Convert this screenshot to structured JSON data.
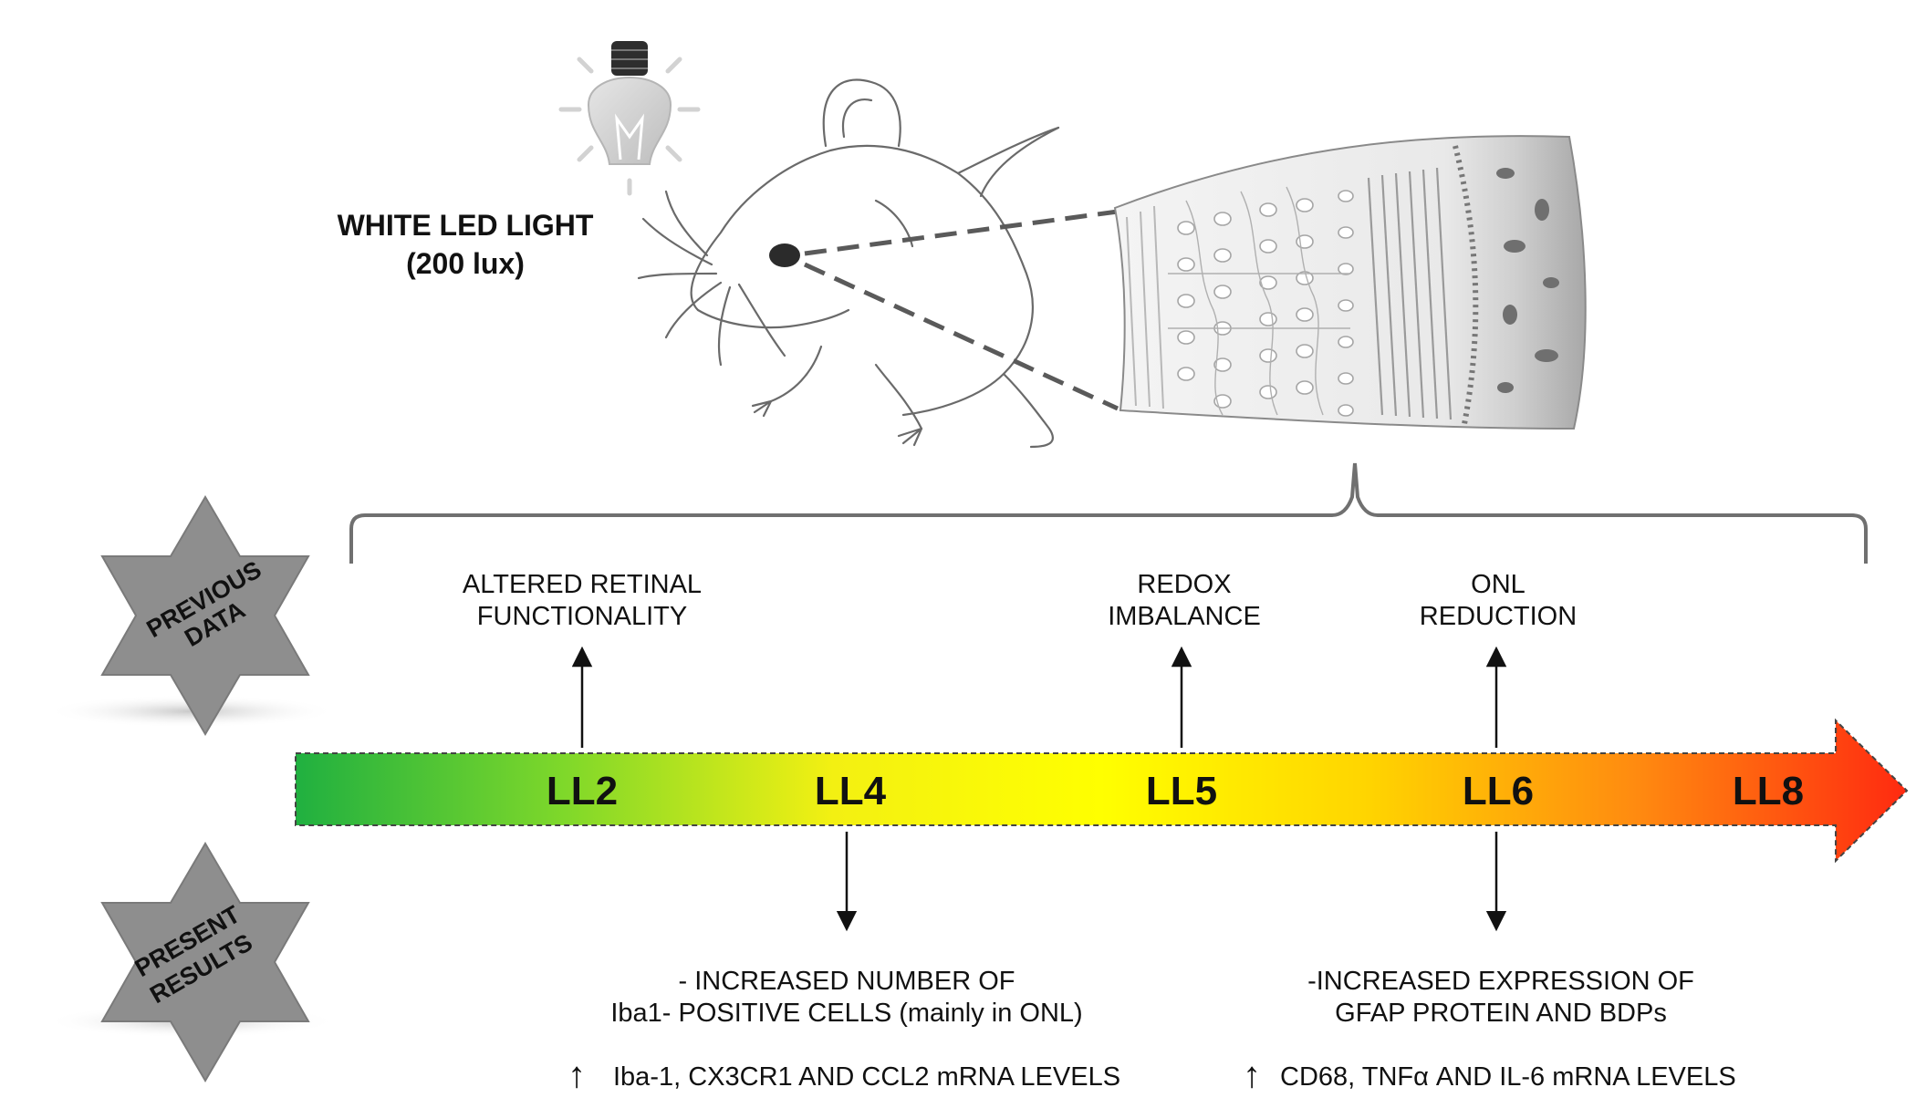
{
  "stimulus": {
    "line1": "WHITE LED LIGHT",
    "line2": "(200 lux)"
  },
  "badges": {
    "previous": {
      "line1": "PREVIOUS",
      "line2": "DATA"
    },
    "present": {
      "line1": "PRESENT",
      "line2": "RESULTS"
    }
  },
  "timeline": {
    "labels": [
      "LL2",
      "LL4",
      "LL5",
      "LL6",
      "LL8"
    ],
    "gradient": [
      "#20b040",
      "#7fd82a",
      "#f3f012",
      "#ffff00",
      "#ffd400",
      "#ff8a10",
      "#ff2a10"
    ]
  },
  "previous_findings": [
    {
      "line1": "ALTERED RETINAL",
      "line2": "FUNCTIONALITY"
    },
    {
      "line1": "REDOX",
      "line2": "IMBALANCE"
    },
    {
      "line1": "ONL",
      "line2": "REDUCTION"
    }
  ],
  "present_findings": [
    {
      "line1": "- INCREASED NUMBER OF",
      "line2": "Iba1- POSITIVE CELLS (mainly in ONL)",
      "arrow_symbol": "↑",
      "line3": "Iba-1, CX3CR1 AND CCL2 mRNA LEVELS"
    },
    {
      "line1": "-INCREASED EXPRESSION OF",
      "line2": "GFAP PROTEIN AND BDPs",
      "arrow_symbol": "↑",
      "line3": "CD68, TNFα AND IL-6  mRNA LEVELS"
    }
  ]
}
